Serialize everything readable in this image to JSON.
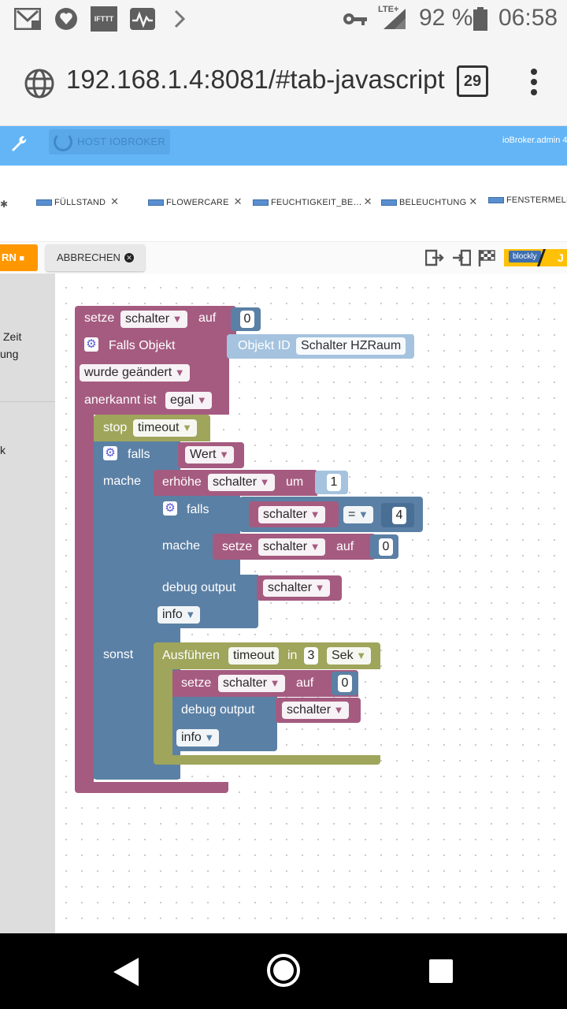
{
  "status_bar": {
    "battery": "92 %",
    "time": "06:58",
    "network": "LTE+",
    "icons": [
      "gmail-icon",
      "heart-app-icon",
      "ifttt-icon",
      "activity-icon",
      "chevron-right-icon",
      "key-icon",
      "signal-icon",
      "battery-icon"
    ],
    "ifttt_label": "IFTTT"
  },
  "browser": {
    "url": "192.168.1.4:8081/#tab-javascript",
    "tab_count": "29"
  },
  "header": {
    "host_label": "HOST IOBROKER",
    "user": "ioBroker.admin 4"
  },
  "tabs": [
    {
      "label": "FÜLLSTAND"
    },
    {
      "label": "FLOWERCARE"
    },
    {
      "label": "FEUCHTIGKEIT_BE…"
    },
    {
      "label": "BELEUCHTUNG"
    },
    {
      "label": "FENSTERMELD"
    }
  ],
  "toolbar": {
    "save_label": "RN",
    "cancel_label": "ABBRECHEN",
    "blockly_badge": "blockly",
    "js_badge": "J"
  },
  "sidebar": {
    "items": [
      "Zeit",
      "ung",
      "k"
    ]
  },
  "blocks": {
    "setze1": {
      "keyword": "setze",
      "var": "schalter",
      "auf": "auf",
      "value": "0"
    },
    "trigger": {
      "title": "Falls Objekt",
      "objekt_id_label": "Objekt ID",
      "objekt_id": "Schalter HZRaum",
      "wurde": "wurde geändert",
      "anerkannt": "anerkannt ist",
      "anerkannt_value": "egal"
    },
    "stop": {
      "keyword": "stop",
      "value": "timeout"
    },
    "if1": {
      "falls": "falls",
      "cond": "Wert",
      "mache": "mache",
      "sonst": "sonst"
    },
    "increment": {
      "keyword": "erhöhe",
      "var": "schalter",
      "um": "um",
      "value": "1"
    },
    "if2": {
      "falls": "falls",
      "var": "schalter",
      "op": "=",
      "value": "4",
      "mache": "mache"
    },
    "setze2": {
      "keyword": "setze",
      "var": "schalter",
      "auf": "auf",
      "value": "0"
    },
    "debug1": {
      "keyword": "debug output",
      "var": "schalter",
      "level": "info"
    },
    "timeout": {
      "keyword": "Ausführen",
      "name": "timeout",
      "in": "in",
      "value": "3",
      "unit": "Sek"
    },
    "setze3": {
      "keyword": "setze",
      "var": "schalter",
      "auf": "auf",
      "value": "0"
    },
    "debug2": {
      "keyword": "debug output",
      "var": "schalter",
      "level": "info"
    }
  },
  "colors": {
    "variables": "#a55b80",
    "logic": "#5b80a5",
    "timeouts": "#9fa55b",
    "header": "#64b5f6",
    "save": "#ff9800"
  }
}
